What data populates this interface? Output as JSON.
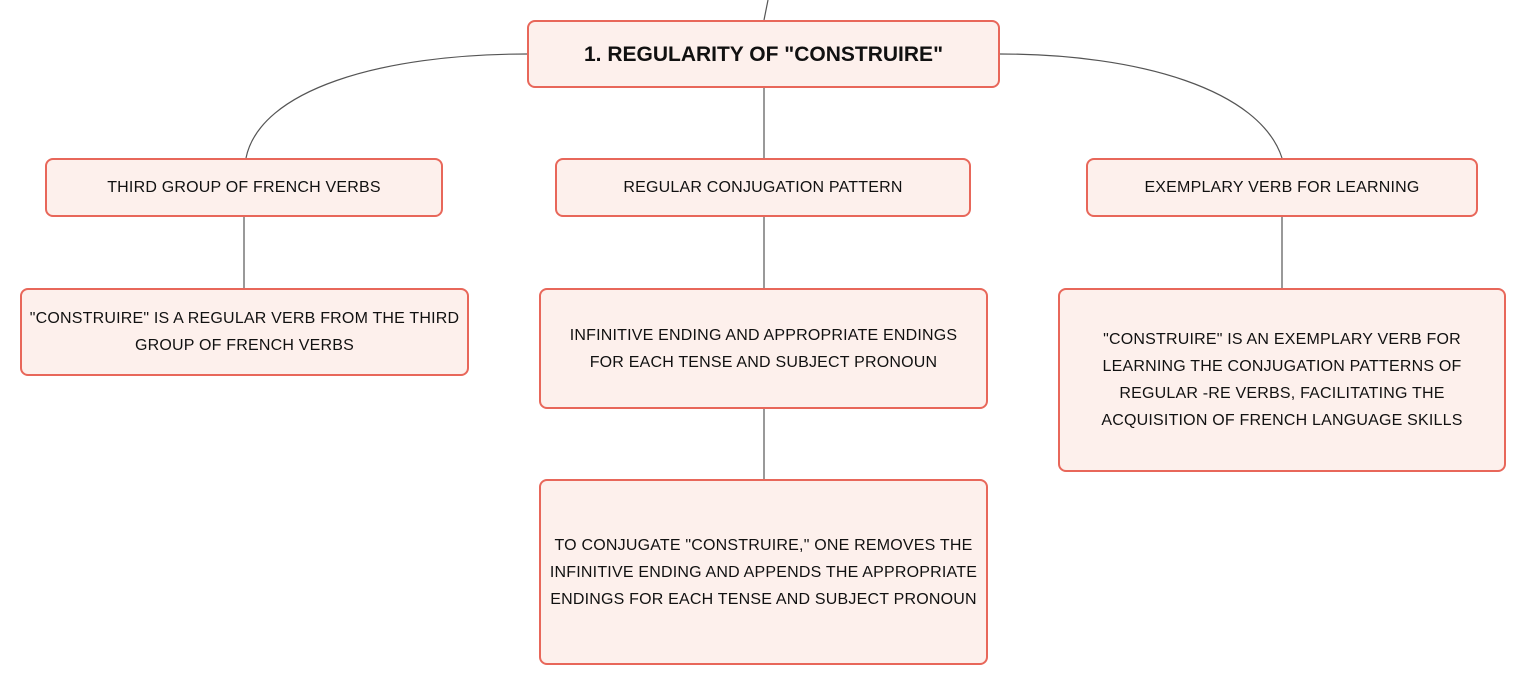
{
  "diagram": {
    "root": {
      "label": "1. REGULARITY OF \"CONSTRUIRE\""
    },
    "branches": [
      {
        "label": "THIRD GROUP OF FRENCH VERBS",
        "details": [
          "\"CONSTRUIRE\" IS A REGULAR VERB FROM THE THIRD GROUP OF FRENCH VERBS"
        ]
      },
      {
        "label": "REGULAR CONJUGATION PATTERN",
        "details": [
          "INFINITIVE ENDING AND APPROPRIATE ENDINGS FOR EACH TENSE AND SUBJECT PRONOUN",
          "TO CONJUGATE \"CONSTRUIRE,\" ONE REMOVES THE INFINITIVE ENDING AND APPENDS THE APPROPRIATE ENDINGS FOR EACH TENSE AND SUBJECT PRONOUN"
        ]
      },
      {
        "label": "EXEMPLARY VERB FOR LEARNING",
        "details": [
          "\"CONSTRUIRE\" IS AN EXEMPLARY VERB FOR LEARNING THE CONJUGATION PATTERNS OF REGULAR -RE VERBS, FACILITATING THE ACQUISITION OF FRENCH LANGUAGE SKILLS"
        ]
      }
    ]
  },
  "colors": {
    "node_border": "#e8675a",
    "node_fill": "#fdf0ec",
    "connector": "#555555"
  }
}
